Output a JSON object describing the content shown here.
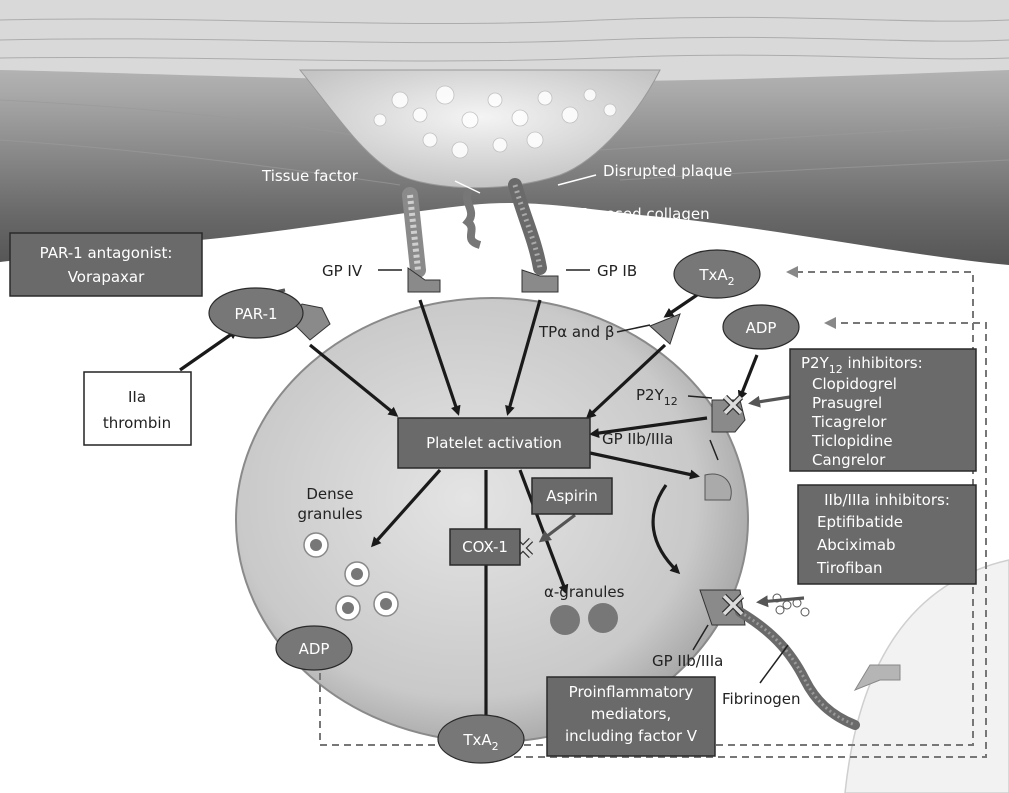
{
  "vessel": {
    "tissue_factor": "Tissue factor",
    "disrupted_plaque": "Disrupted plaque",
    "exposed_collagen": "Exposed collagen"
  },
  "receptors": {
    "gp_iv": "GP IV",
    "gp_ib": "GP IB",
    "par1": "PAR-1",
    "tp": "TPα and β",
    "p2y12_base": "P2Y",
    "p2y12_sub": "12",
    "gp2b3a_top": "GP IIb/IIIa",
    "gp2b3a_bottom": "GP IIb/IIIa"
  },
  "agonists": {
    "txa2_top_base": "TxA",
    "txa2_top_sub": "2",
    "adp_top": "ADP",
    "adp_bottom": "ADP",
    "txa2_bottom_base": "TxA",
    "txa2_bottom_sub": "2",
    "thrombin_line1": "IIa",
    "thrombin_line2": "thrombin",
    "fibrinogen": "Fibrinogen"
  },
  "par1_antagonist": {
    "line1": "PAR-1 antagonist:",
    "line2": "Vorapaxar"
  },
  "p2y12_inhibitors": {
    "title_base": "P2Y",
    "title_sub": "12",
    "title_rest": " inhibitors:",
    "items": [
      "Clopidogrel",
      "Prasugrel",
      "Ticagrelor",
      "Ticlopidine",
      "Cangrelor"
    ]
  },
  "gp_inhibitors": {
    "title": "IIb/IIIa inhibitors:",
    "items": [
      "Eptifibatide",
      "Abciximab",
      "Tirofiban"
    ]
  },
  "platelet": {
    "activation": "Platelet activation",
    "aspirin": "Aspirin",
    "cox1": "COX-1",
    "dense_granules_line1": "Dense",
    "dense_granules_line2": "granules",
    "alpha_granules": "α-granules",
    "proinflammatory_line1": "Proinflammatory",
    "proinflammatory_line2": "mediators,",
    "proinflammatory_line3": "including factor V"
  }
}
